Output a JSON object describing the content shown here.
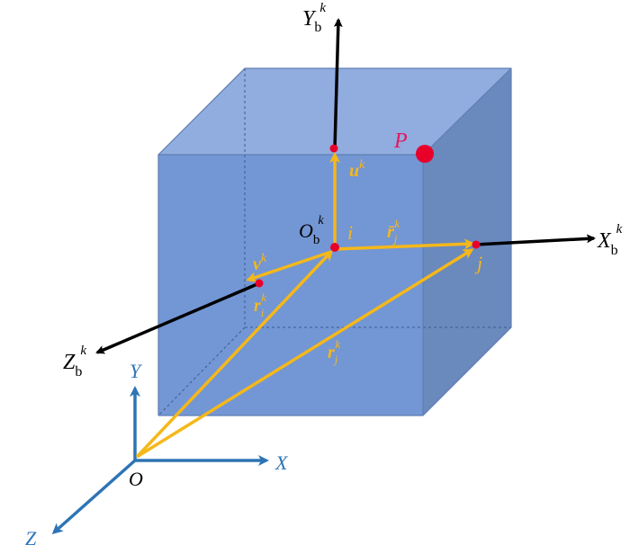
{
  "colors": {
    "cube_front": "#7396d4",
    "cube_top": "#91acdf",
    "cube_side": "#6a89bd",
    "cube_edge": "#5f7fb4",
    "vector_yellow": "#f5b81a",
    "global_axis_blue": "#2e74b5",
    "body_axis_black": "#000000",
    "point_red": "#e8002a",
    "label_black": "#000000",
    "label_yellow": "#f5b81a",
    "label_blue": "#2e74b5",
    "label_pink": "#e0195e"
  },
  "labels": {
    "Yb": {
      "main": "Y",
      "sub": "b",
      "sup": "k"
    },
    "Xb": {
      "main": "X",
      "sub": "b",
      "sup": "k"
    },
    "Zb": {
      "main": "Z",
      "sub": "b",
      "sup": "k"
    },
    "Ob": {
      "main": "O",
      "sub": "b",
      "sup": "k"
    },
    "P": "P",
    "u": {
      "main": "u",
      "sup": "k"
    },
    "v": {
      "main": "v",
      "sup": "k"
    },
    "i": "i",
    "j": "j",
    "rbar": {
      "main": "r̄",
      "sub": "j",
      "sup": "k"
    },
    "ri": {
      "main": "r",
      "sub": "i",
      "sup": "k"
    },
    "rj": {
      "main": "r",
      "sub": "j",
      "sup": "k"
    },
    "X": "X",
    "Y": "Y",
    "Z": "Z",
    "O": "O"
  }
}
